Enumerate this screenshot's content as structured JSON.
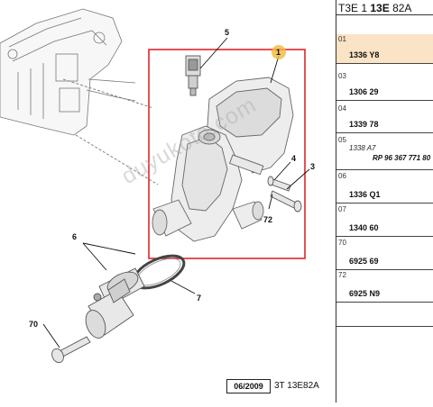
{
  "header": {
    "code_part1": "T3E 1",
    "code_part2": "13E",
    "code_part3": "82A"
  },
  "parts_list": [
    {
      "index": "01",
      "number": "1336 Y8",
      "selected": true
    },
    {
      "index": "03",
      "number": "1306 29",
      "selected": false
    },
    {
      "index": "04",
      "number": "1339 78",
      "selected": false
    },
    {
      "index": "05",
      "number": "",
      "variant": "1338 A7",
      "ref": "RP 96 367 771 80",
      "selected": false
    },
    {
      "index": "06",
      "number": "1336 Q1",
      "selected": false
    },
    {
      "index": "07",
      "number": "1340 60",
      "selected": false
    },
    {
      "index": "70",
      "number": "6925 69",
      "selected": false
    },
    {
      "index": "72",
      "number": "6925 N9",
      "selected": false
    }
  ],
  "callouts": [
    "5",
    "1",
    "4",
    "3",
    "72",
    "6",
    "7",
    "70"
  ],
  "footer": {
    "date": "06/2009",
    "ref_code": "3T 13E82A"
  },
  "watermark": "duyukoto.com",
  "colors": {
    "highlight_box": "#e0262a",
    "selected_row": "#fbe3c6",
    "callout_marker": "#f2b93b"
  }
}
